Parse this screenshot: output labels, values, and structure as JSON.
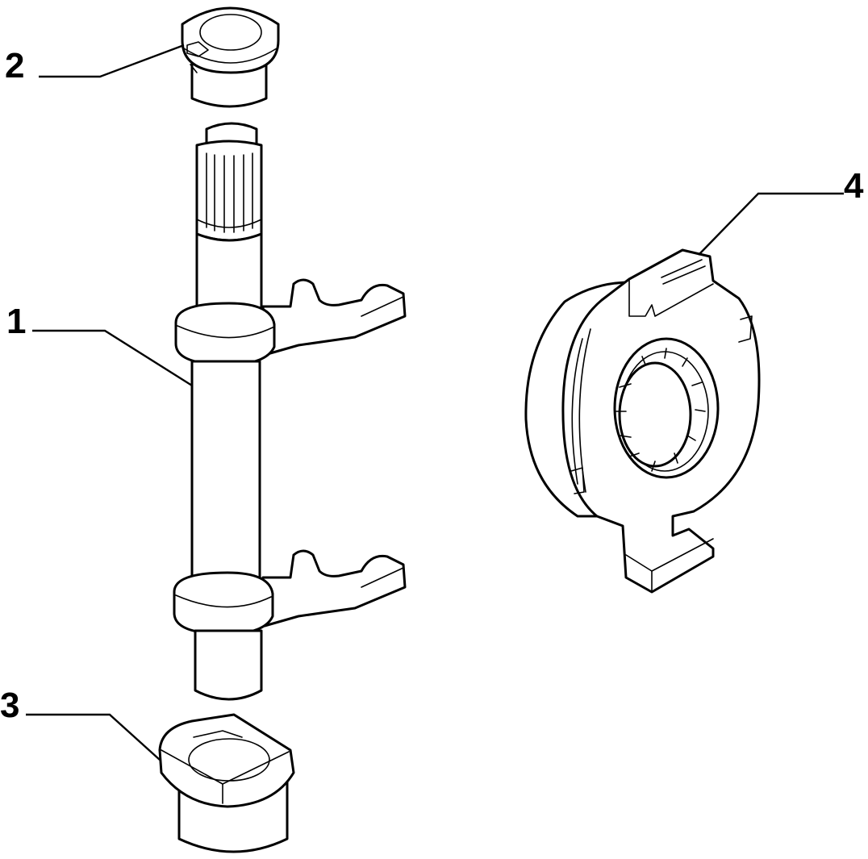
{
  "callouts": [
    {
      "id": "1",
      "label": "1"
    },
    {
      "id": "2",
      "label": "2"
    },
    {
      "id": "3",
      "label": "3"
    },
    {
      "id": "4",
      "label": "4"
    }
  ],
  "colors": {
    "line": "#000000",
    "fill": "#ffffff"
  }
}
